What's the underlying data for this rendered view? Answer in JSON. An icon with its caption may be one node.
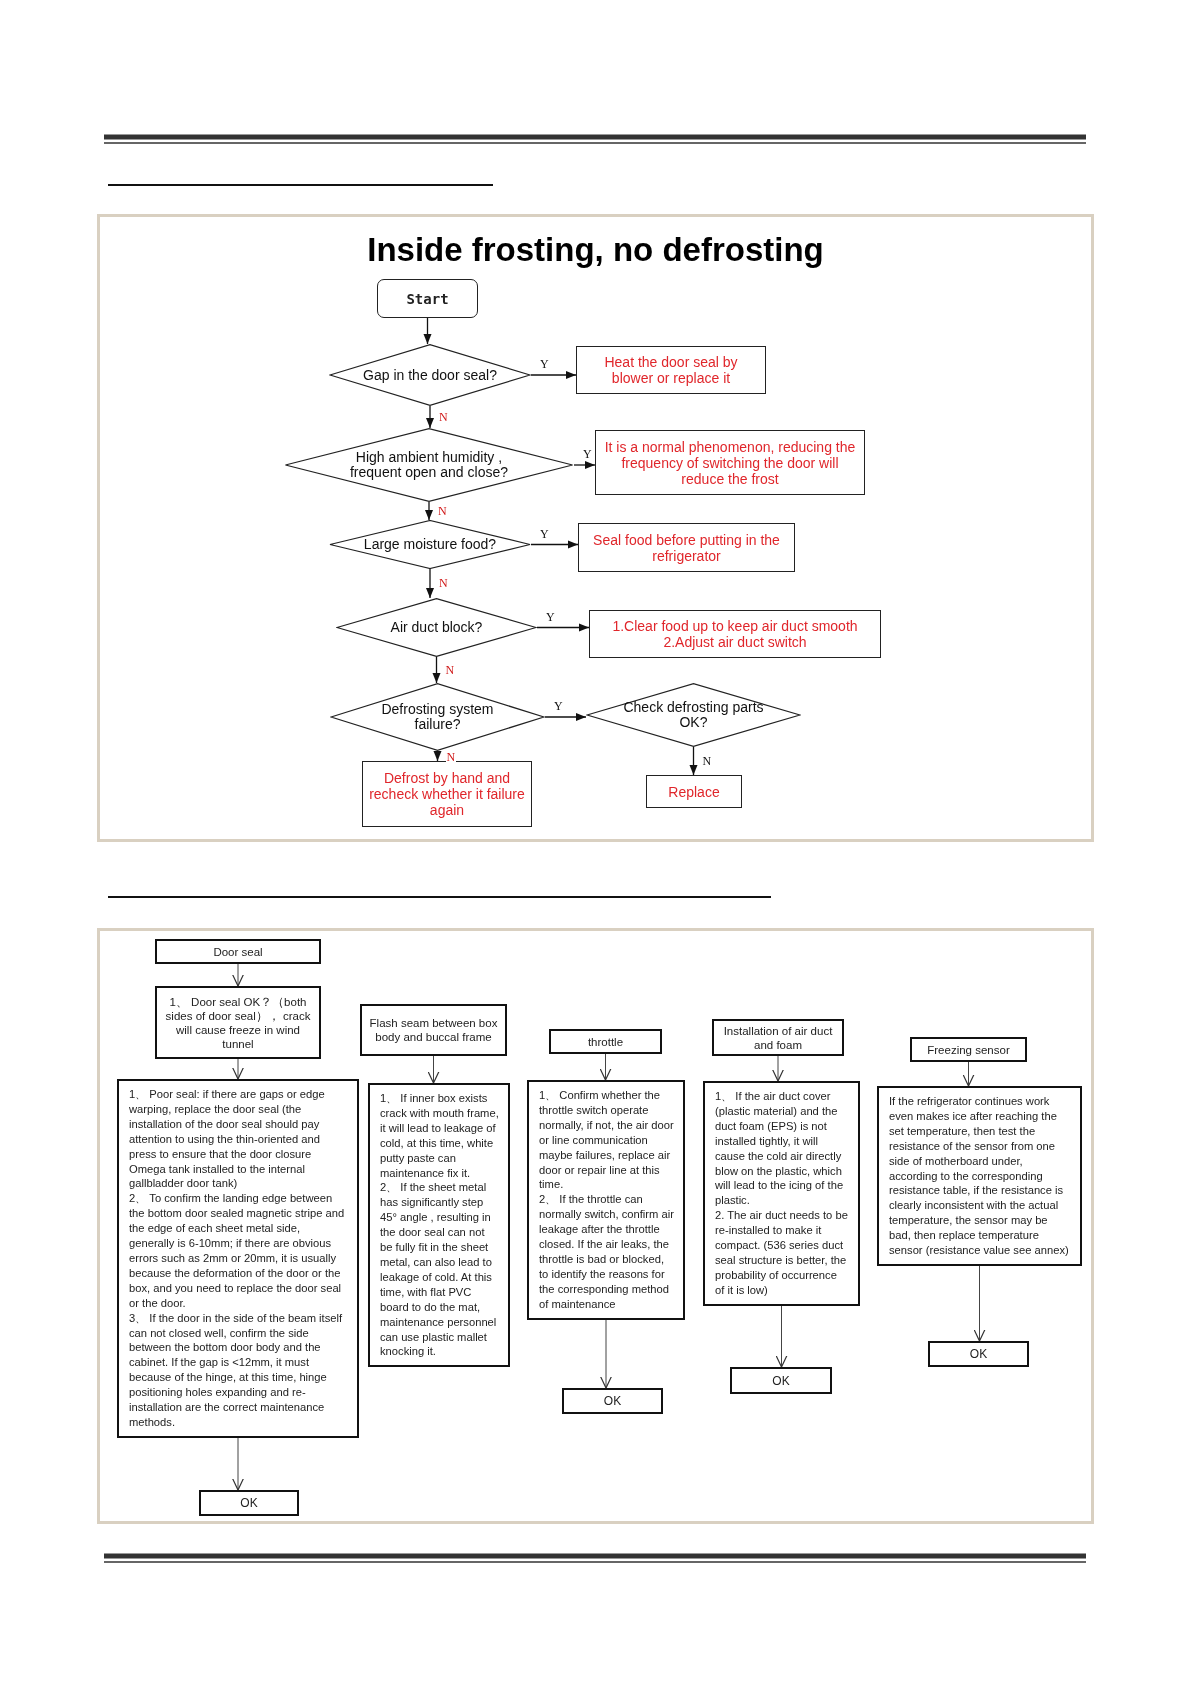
{
  "diagram": {
    "title": "Inside frosting, no defrosting",
    "nodes": [
      {
        "text": [
          "Start"
        ]
      },
      {
        "text": [
          "Gap in the door seal?"
        ]
      },
      {
        "text": [
          "Heat the door seal by blower or replace it"
        ]
      },
      {
        "text": [
          "High ambient humidity , frequent open and close?"
        ]
      },
      {
        "text": [
          "It is a normal phenomenon, reducing the frequency of switching the door will reduce the frost"
        ]
      },
      {
        "text": [
          "Large moisture food?"
        ]
      },
      {
        "text": [
          "Seal food before putting in the refrigerator"
        ]
      },
      {
        "text": [
          "Air duct block?"
        ]
      },
      {
        "text": [
          "1.Clear food up to keep air duct smooth",
          "2.Adjust air duct switch"
        ]
      },
      {
        "text": [
          "Defrosting system failure?"
        ]
      },
      {
        "text": [
          "Check defrosting parts OK?"
        ]
      },
      {
        "text": [
          "Defrost by hand and recheck whether it failure again"
        ]
      },
      {
        "text": [
          "Replace"
        ]
      },
      {
        "text": [
          "Door seal"
        ]
      },
      {
        "text": [
          "1、 Door seal OK？（both sides of door seal）， crack will cause freeze in wind tunnel"
        ]
      },
      {
        "text": [
          "1、 Poor seal: if there are gaps or edge warping, replace the door seal (the installation of the door seal should pay attention to using the thin-oriented and press to ensure that the door closure Omega tank installed to the internal gallbladder door tank)",
          "2、 To confirm the landing edge between the bottom door sealed magnetic stripe and the edge of each sheet metal side, generally is 6-10mm; if there are obvious errors such as 2mm or 20mm, it is usually because the deformation of the door or the box, and you need to replace the door seal or the door.",
          "3、 If the door in the side of the beam itself can not closed well, confirm the side between the bottom door body and the cabinet. If the gap is <12mm, it must because of the hinge, at this time, hinge positioning holes expanding and re-installation are the correct maintenance methods."
        ]
      },
      {
        "text": [
          "OK"
        ]
      },
      {
        "text": [
          "Flash seam between box body and buccal frame"
        ]
      },
      {
        "text": [
          "1、 If inner box exists crack with mouth frame, it will lead to leakage of cold, at this time, white putty paste can maintenance fix it.",
          "2、 If the sheet metal has significantly step 45° angle , resulting in the door seal can not be fully fit in the sheet metal, can also lead to leakage of cold. At this time, with flat PVC board to do the mat, maintenance personnel can use plastic mallet knocking it."
        ]
      },
      {
        "text": [
          "throttle"
        ]
      },
      {
        "text": [
          "1、 Confirm whether the throttle switch operate normally, if not, the air door or line communication maybe failures, replace air door or repair line at this time.",
          "2、 If the throttle can normally switch, confirm air leakage after the throttle closed. If the air leaks, the throttle is bad or blocked, to identify the reasons for the corresponding method of maintenance"
        ]
      },
      {
        "text": [
          "OK"
        ]
      },
      {
        "text": [
          "Installation of air duct and foam"
        ]
      },
      {
        "text": [
          "1、 If the air duct cover (plastic material) and the duct foam (EPS) is not installed tightly, it will cause the cold air directly blow on the plastic, which will lead to the icing of the plastic.",
          "2. The air duct needs to be re-installed to make it compact. (536 series duct seal structure is better, the probability of occurrence of it is low)"
        ]
      },
      {
        "text": [
          "OK"
        ]
      },
      {
        "text": [
          "Freezing sensor"
        ]
      },
      {
        "text": [
          "If the refrigerator continues work even makes ice after reaching the set temperature, then test the resistance of the sensor from one side of motherboard under, according to the corresponding resistance table, if the resistance is clearly inconsistent with the actual temperature, the sensor may be bad, then replace temperature sensor (resistance value see annex)"
        ]
      },
      {
        "text": [
          "OK"
        ]
      }
    ],
    "edges": [
      {
        "from": 0,
        "to": 1,
        "arrow": "to"
      },
      {
        "from": 1,
        "to": 2,
        "arrow": "to",
        "label": "Y"
      },
      {
        "from": 1,
        "to": 3,
        "arrow": "to",
        "label": "N"
      },
      {
        "from": 3,
        "to": 4,
        "arrow": "to",
        "label": "Y"
      },
      {
        "from": 3,
        "to": 5,
        "arrow": "to",
        "label": "N"
      },
      {
        "from": 5,
        "to": 6,
        "arrow": "to",
        "label": "Y"
      },
      {
        "from": 5,
        "to": 7,
        "arrow": "to",
        "label": "N"
      },
      {
        "from": 7,
        "to": 8,
        "arrow": "to",
        "label": "Y"
      },
      {
        "from": 7,
        "to": 9,
        "arrow": "to",
        "label": "N"
      },
      {
        "from": 9,
        "to": 10,
        "arrow": "to",
        "label": "Y"
      },
      {
        "from": 9,
        "to": 11,
        "arrow": "to",
        "label": "N"
      },
      {
        "from": 10,
        "to": 12,
        "arrow": "to",
        "label": "N"
      },
      {
        "from": 13,
        "to": 14,
        "arrow": "to"
      },
      {
        "from": 14,
        "to": 15,
        "arrow": "to"
      },
      {
        "from": 15,
        "to": 16,
        "arrow": "to"
      },
      {
        "from": 17,
        "to": 18,
        "arrow": "to"
      },
      {
        "from": 19,
        "to": 20,
        "arrow": "to"
      },
      {
        "from": 20,
        "to": 21,
        "arrow": "to"
      },
      {
        "from": 22,
        "to": 23,
        "arrow": "to"
      },
      {
        "from": 23,
        "to": 24,
        "arrow": "to"
      },
      {
        "from": 25,
        "to": 26,
        "arrow": "to"
      },
      {
        "from": 26,
        "to": 27,
        "arrow": "to"
      }
    ]
  }
}
